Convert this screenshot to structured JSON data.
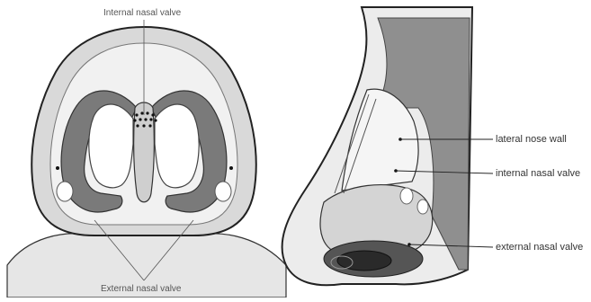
{
  "labels": {
    "internal_top": "Internal nasal valve",
    "external_bottom": "External nasal valve",
    "lateral_wall": "lateral nose wall",
    "internal_right": "internal nasal valve",
    "external_right": "external nasal valve"
  }
}
